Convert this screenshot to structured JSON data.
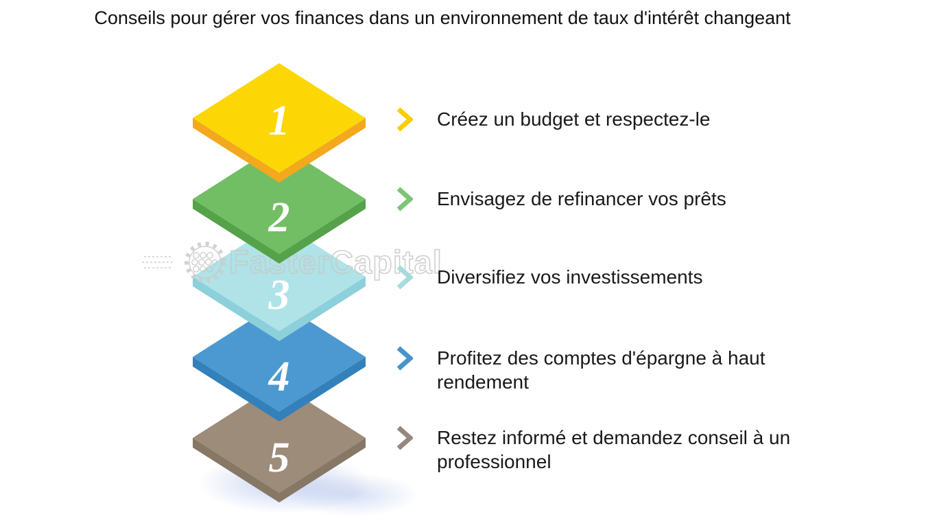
{
  "title": "Conseils pour gérer vos finances dans un environnement de taux d'intérêt changeant",
  "watermark": {
    "brand": "FasterCapital"
  },
  "colors": {
    "background": "#ffffff",
    "text": "#191919",
    "watermark_outline": "#c7c7c7"
  },
  "steps": [
    {
      "number": "1",
      "label": "Créez un budget et respectez-le",
      "top_color": "#FCD705",
      "side_color": "#F3A81D",
      "chevron_color": "#F8CE02"
    },
    {
      "number": "2",
      "label": "Envisagez de refinancer vos prêts",
      "top_color": "#72BE64",
      "side_color": "#55A24B",
      "chevron_color": "#7CC576"
    },
    {
      "number": "3",
      "label": "Diversifiez vos investissements",
      "top_color": "#AFE3E7",
      "side_color": "#8BD0DA",
      "chevron_color": "#A6DBDF"
    },
    {
      "number": "4",
      "label": "Profitez des comptes d'épargne à haut rendement",
      "top_color": "#4C99D1",
      "side_color": "#3380BB",
      "chevron_color": "#4793CB"
    },
    {
      "number": "5",
      "label": "Restez informé et demandez conseil à un professionnel",
      "top_color": "#9C8C79",
      "side_color": "#877765",
      "chevron_color": "#95887C"
    }
  ]
}
